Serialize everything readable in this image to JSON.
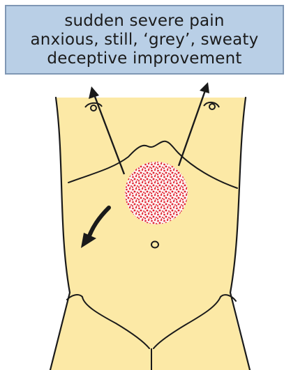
{
  "caption": {
    "lines": [
      "sudden severe pain",
      "anxious, still, ‘grey’, sweaty",
      "deceptive improvement"
    ]
  },
  "illustration": {
    "subject": "torso-outline",
    "colors": {
      "skin": "#fce9a6",
      "outline": "#1a1a1a",
      "pain_spot": "#e0222f",
      "caption_fill": "#b9cfe6",
      "caption_border": "#7f97b4"
    },
    "arrows": [
      "pain-radiation-up-left",
      "pain-radiation-up-right",
      "pain-shift-curved-down"
    ]
  }
}
